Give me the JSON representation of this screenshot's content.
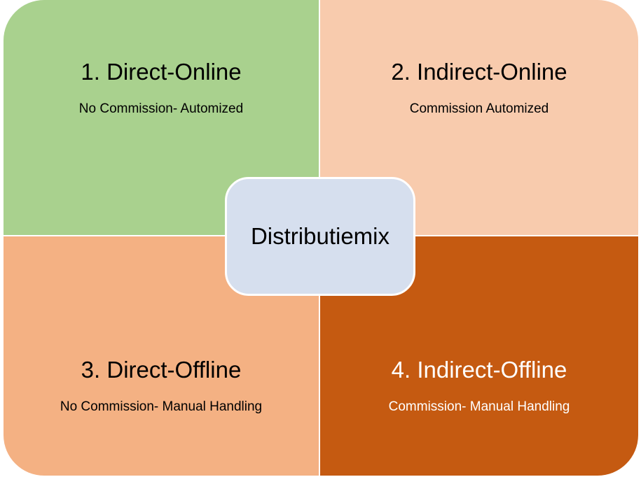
{
  "diagram": {
    "center_label": "Distributiemix",
    "quadrants": [
      {
        "title": "1. Direct-Online",
        "subtitle": "No Commission- Automized",
        "color": "#a9d18e"
      },
      {
        "title": "2. Indirect-Online",
        "subtitle": "Commission Automized",
        "color": "#f8cbad"
      },
      {
        "title": "3. Direct-Offline",
        "subtitle": "No Commission- Manual Handling",
        "color": "#f4b183"
      },
      {
        "title": "4. Indirect-Offline",
        "subtitle": "Commission- Manual Handling",
        "color": "#c55a11"
      }
    ],
    "center_color": "#d6dfee"
  }
}
